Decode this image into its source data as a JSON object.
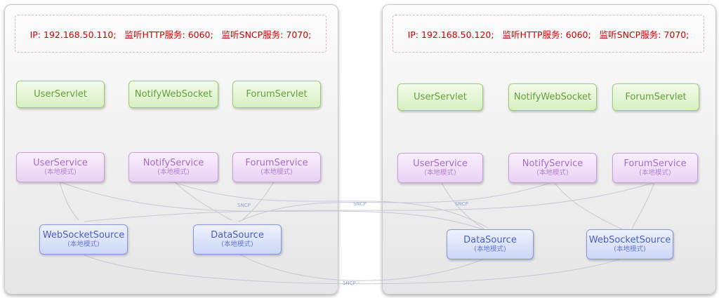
{
  "panels": [
    {
      "info": "IP: 192.168.50.110;   监听HTTP服务: 6060;   监听SNCP服务: 7070;",
      "servlets": [
        "UserServlet",
        "NotifyWebSocket",
        "ForumServlet"
      ],
      "services": [
        {
          "name": "UserService",
          "mode": "(本地模式)"
        },
        {
          "name": "NotifyService",
          "mode": "(本地模式)"
        },
        {
          "name": "ForumService",
          "mode": "(本地模式)"
        }
      ],
      "sources": [
        {
          "name": "WebSocketSource",
          "mode": "(本地模式)"
        },
        {
          "name": "DataSource",
          "mode": "(本地模式)"
        }
      ]
    },
    {
      "info": "IP: 192.168.50.120;   监听HTTP服务: 6060;   监听SNCP服务: 7070;",
      "servlets": [
        "UserServlet",
        "NotifyWebSocket",
        "ForumServlet"
      ],
      "services": [
        {
          "name": "UserService",
          "mode": "(本地模式)"
        },
        {
          "name": "NotifyService",
          "mode": "(本地模式)"
        },
        {
          "name": "ForumService",
          "mode": "(本地模式)"
        }
      ],
      "sources": [
        {
          "name": "DataSource",
          "mode": "(本地模式)"
        },
        {
          "name": "WebSocketSource",
          "mode": "(本地模式)"
        }
      ]
    }
  ],
  "connector_labels": [
    "SNCP",
    "SNCP",
    "SNCP",
    "SNCP"
  ],
  "colors": {
    "info_text": "#cc0000",
    "servlet_text": "#64a03a",
    "service_text": "#a76cc9",
    "source_text": "#4a5ec2"
  }
}
